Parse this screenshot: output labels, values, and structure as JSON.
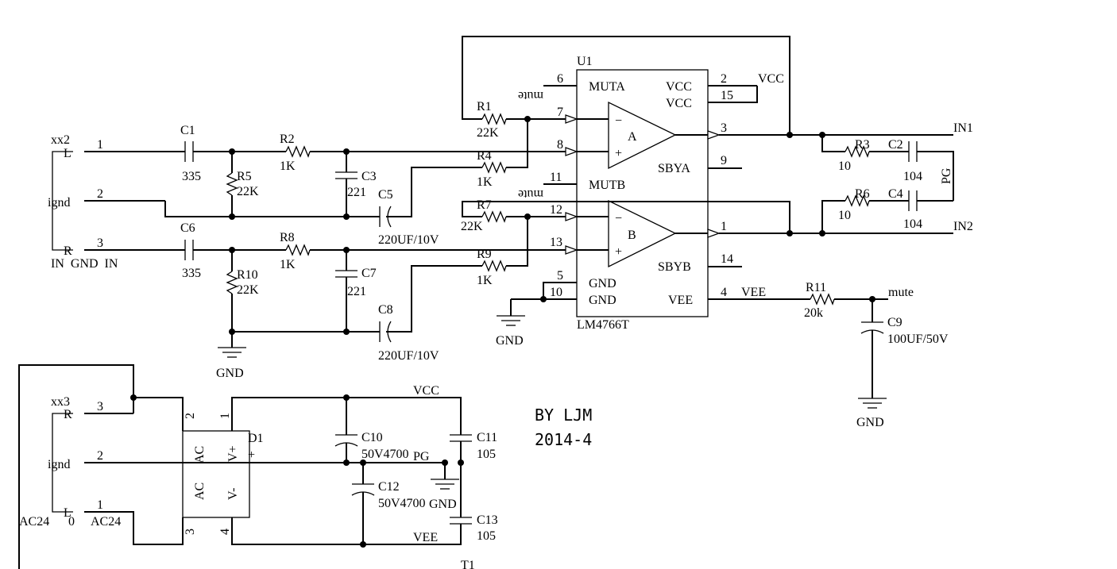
{
  "author": {
    "line1": "BY LJM",
    "line2": "2014-4"
  },
  "connectors": {
    "xx2": {
      "name": "xx2",
      "pin_L": "L",
      "pin_R": "R",
      "pin_ignd": "ignd",
      "bottom_label": "IN  GND  IN",
      "pins": [
        "1",
        "2",
        "3"
      ]
    },
    "xx3": {
      "name": "xx3",
      "pin_R": "R",
      "pin_L": "L",
      "pin_ignd": "ignd",
      "pins": [
        "3",
        "2",
        "1"
      ],
      "ac_left": "AC24",
      "ac_zero": "0",
      "ac_right": "AC24"
    }
  },
  "ic": {
    "ref": "U1",
    "part": "LM4766T",
    "pins": {
      "mutA": {
        "num": "6",
        "name": "MUTA"
      },
      "vcc1": {
        "num": "2",
        "name": "VCC"
      },
      "vcc2": {
        "num": "15",
        "name": "VCC"
      },
      "inA_neg": {
        "num": "7"
      },
      "inA_pos": {
        "num": "8"
      },
      "outA": {
        "num": "3"
      },
      "sbyA": {
        "num": "9",
        "name": "SBYA"
      },
      "mutB": {
        "num": "11",
        "name": "MUTB"
      },
      "inB_neg": {
        "num": "12"
      },
      "inB_pos": {
        "num": "13"
      },
      "outB": {
        "num": "1"
      },
      "sbyB": {
        "num": "14",
        "name": "SBYB"
      },
      "gnd1": {
        "num": "5",
        "name": "GND"
      },
      "gnd2": {
        "num": "10",
        "name": "GND"
      },
      "vee": {
        "num": "4",
        "name": "VEE"
      }
    },
    "amp_a": "A",
    "amp_b": "B",
    "minus": "−",
    "plus": "+"
  },
  "components": {
    "C1": {
      "ref": "C1",
      "value": "335"
    },
    "C6": {
      "ref": "C6",
      "value": "335"
    },
    "R5": {
      "ref": "R5",
      "value": "22K"
    },
    "R10": {
      "ref": "R10",
      "value": "22K"
    },
    "R2": {
      "ref": "R2",
      "value": "1K"
    },
    "R8": {
      "ref": "R8",
      "value": "1K"
    },
    "C3": {
      "ref": "C3",
      "value": "221"
    },
    "C7": {
      "ref": "C7",
      "value": "221"
    },
    "C5": {
      "ref": "C5",
      "value": "220UF/10V"
    },
    "C8": {
      "ref": "C8",
      "value": "220UF/10V"
    },
    "R1": {
      "ref": "R1",
      "value": "22K"
    },
    "R4": {
      "ref": "R4",
      "value": "1K"
    },
    "R7": {
      "ref": "R7",
      "value": "22K"
    },
    "R9": {
      "ref": "R9",
      "value": "1K"
    },
    "R3": {
      "ref": "R3",
      "value": "10"
    },
    "R6": {
      "ref": "R6",
      "value": "10"
    },
    "C2": {
      "ref": "C2",
      "value": "104"
    },
    "C4": {
      "ref": "C4",
      "value": "104"
    },
    "R11": {
      "ref": "R11",
      "value": "20k"
    },
    "C9": {
      "ref": "C9",
      "value": "100UF/50V"
    },
    "C10": {
      "ref": "C10",
      "value": "50V4700"
    },
    "C12": {
      "ref": "C12",
      "value": "50V4700"
    },
    "C11": {
      "ref": "C11",
      "value": "105"
    },
    "C13": {
      "ref": "C13",
      "value": "105"
    },
    "D1": {
      "ref": "D1",
      "ac": "AC",
      "vplus": "V+",
      "vminus": "V-",
      "plus": "+",
      "pins": [
        "2",
        "1",
        "3",
        "4"
      ]
    }
  },
  "nets": {
    "vcc": "VCC",
    "vee": "VEE",
    "gnd": "GND",
    "pg": "PG",
    "mute": "mute",
    "mute_mirrored": "mute",
    "in1": "IN1",
    "in2": "IN2",
    "t1": "T1"
  }
}
